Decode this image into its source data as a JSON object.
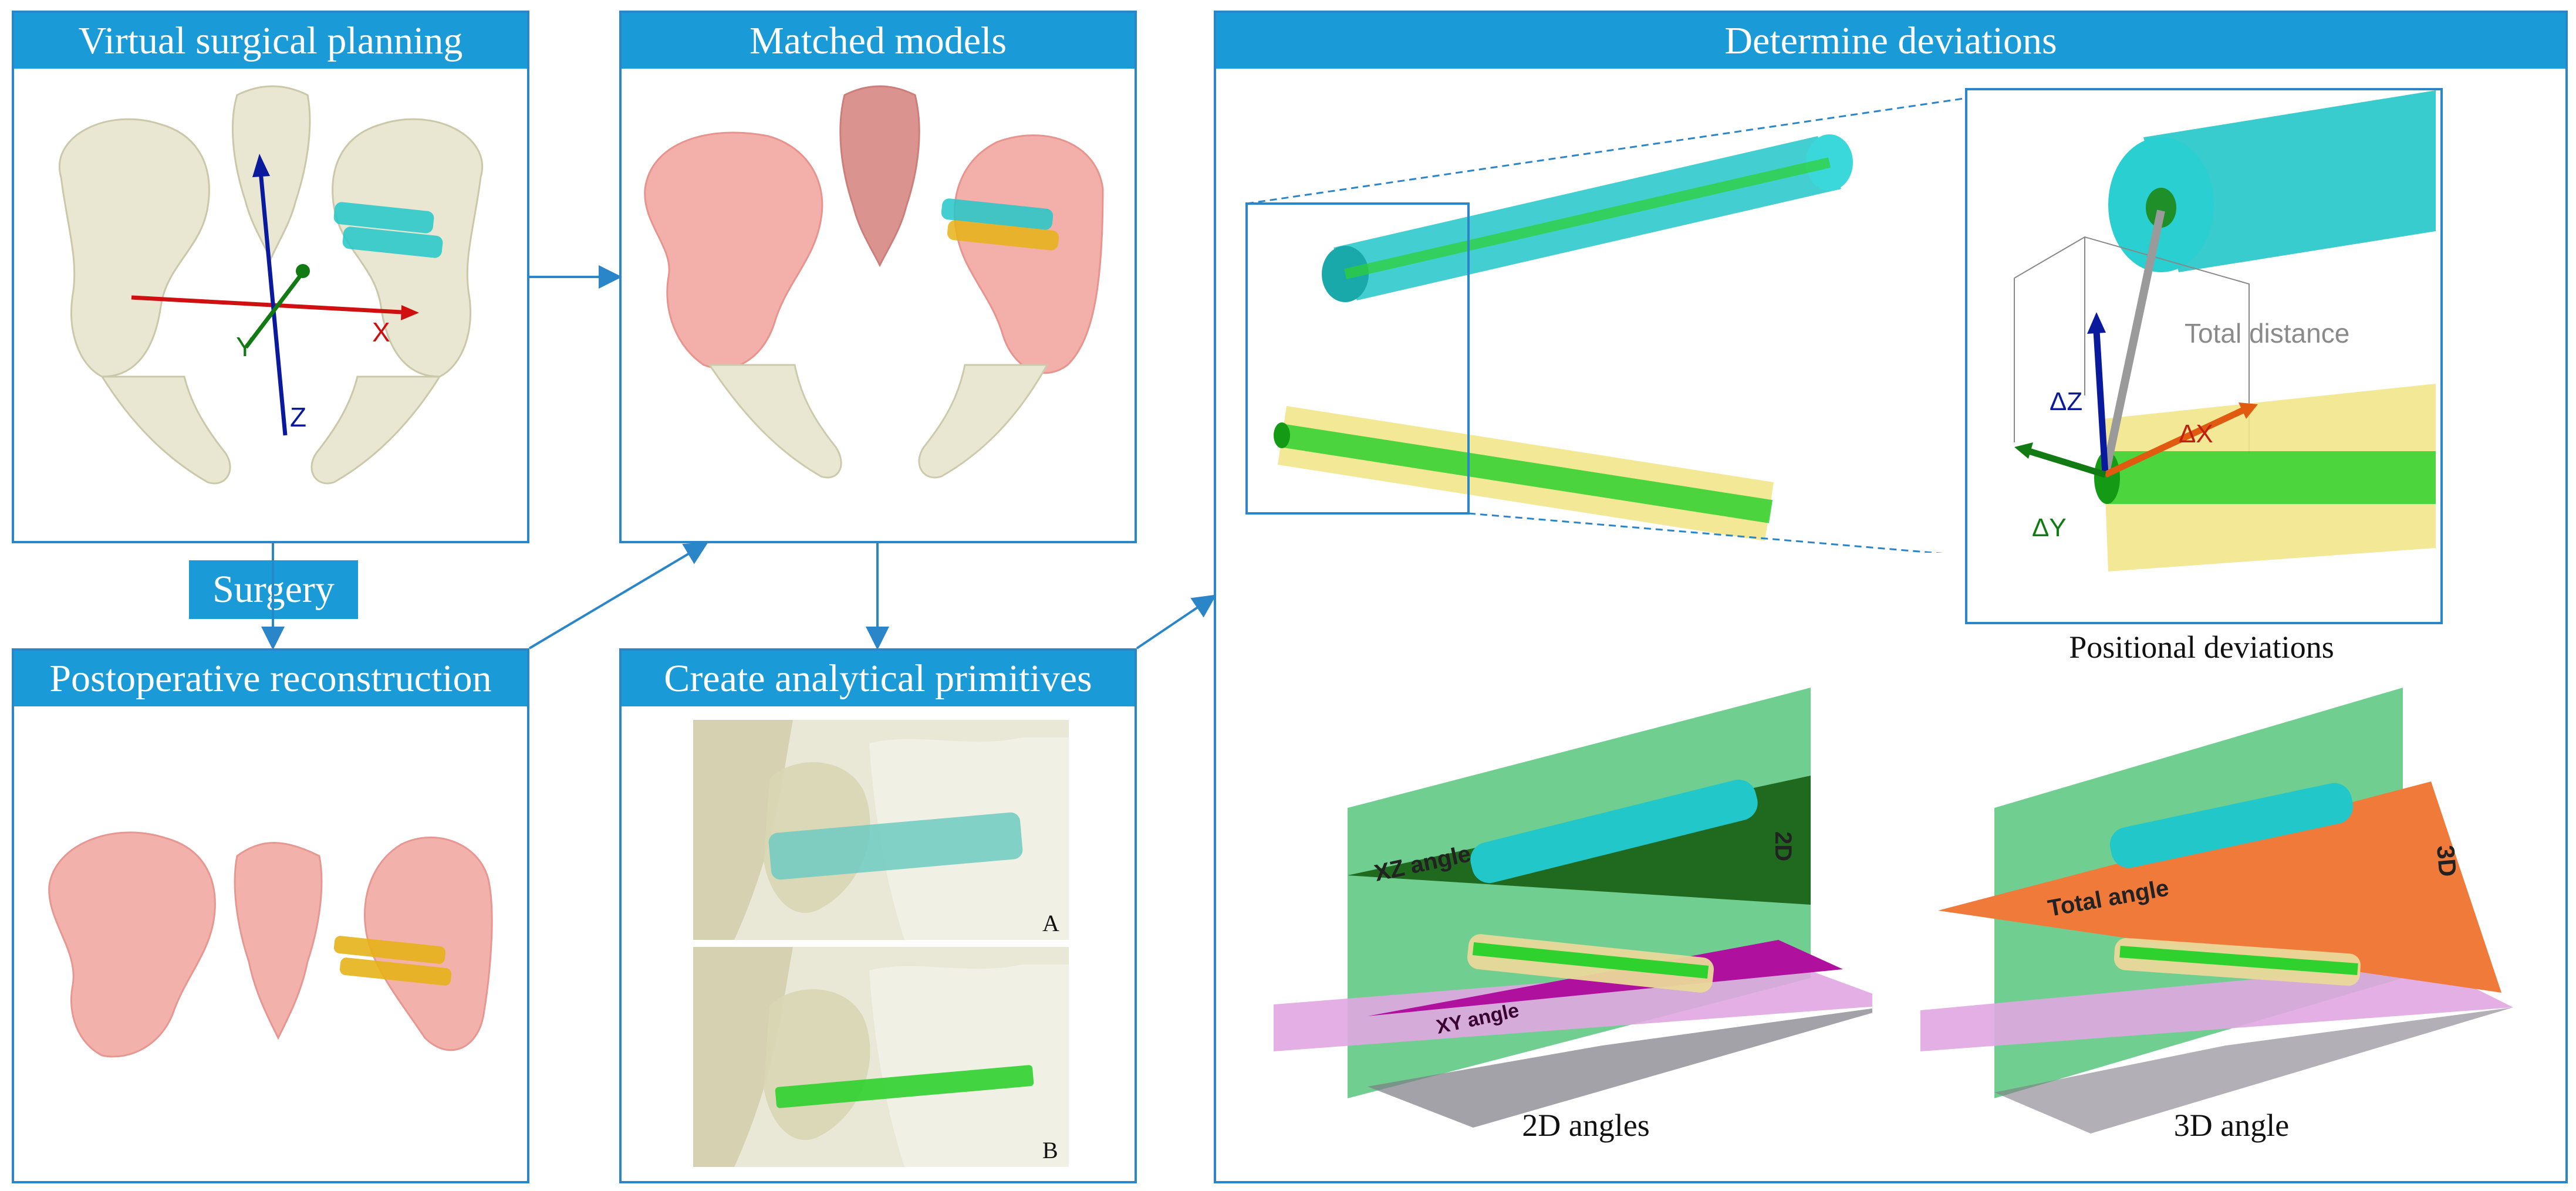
{
  "panels": {
    "virtual_planning": {
      "title": "Virtual surgical planning",
      "axis_x": "X",
      "axis_y": "Y",
      "axis_z": "Z"
    },
    "matched_models": {
      "title": "Matched models"
    },
    "postop": {
      "title": "Postoperative reconstruction"
    },
    "primitives": {
      "title": "Create analytical primitives",
      "label_a": "A",
      "label_b": "B"
    },
    "deviations": {
      "title": "Determine deviations",
      "total_distance": "Total distance",
      "delta_x": "ΔX",
      "delta_y": "ΔY",
      "delta_z": "ΔZ",
      "positional_caption": "Positional deviations",
      "angles2d_caption": "2D angles",
      "angle3d_caption": "3D angle",
      "xz_angle": "XZ angle",
      "xy_angle": "XY angle",
      "total_angle": "Total angle",
      "tag_2d": "2D",
      "tag_3d": "3D"
    }
  },
  "surgery_label": "Surgery",
  "colors": {
    "header": "#1a9ad6",
    "border": "#2a86c8",
    "bone": "#e8e6cf",
    "bone_pink": "#f2a9a3",
    "cyan": "#22c7c9",
    "green": "#2fd12f",
    "yellow": "#f2e68a",
    "magenta": "#b0109e",
    "orange": "#f07a3a",
    "plane_green": "#57c77c",
    "plane_pink": "#e0a6e2"
  }
}
